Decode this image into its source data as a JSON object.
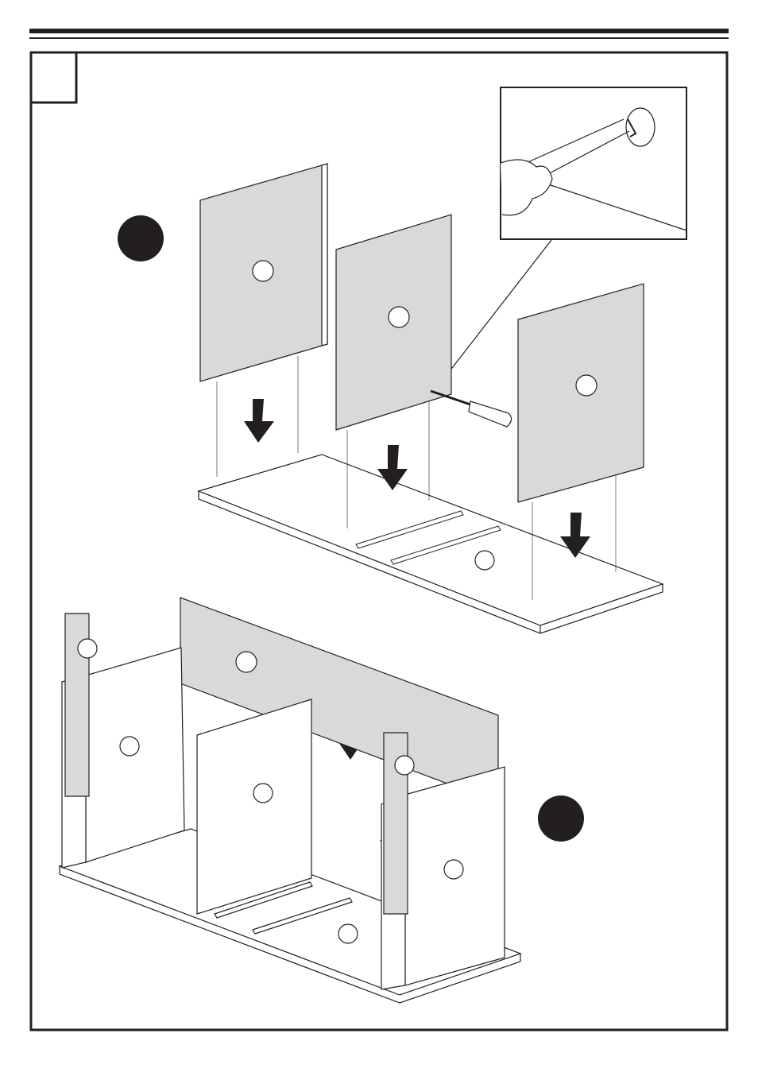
{
  "colors": {
    "ink": "#231f20",
    "panel": "#d9d9d9",
    "paper": "#ffffff"
  },
  "diagram": {
    "steps": [
      {
        "id": "step-a",
        "marker": "filled-circle"
      },
      {
        "id": "step-b",
        "marker": "filled-circle"
      }
    ]
  }
}
